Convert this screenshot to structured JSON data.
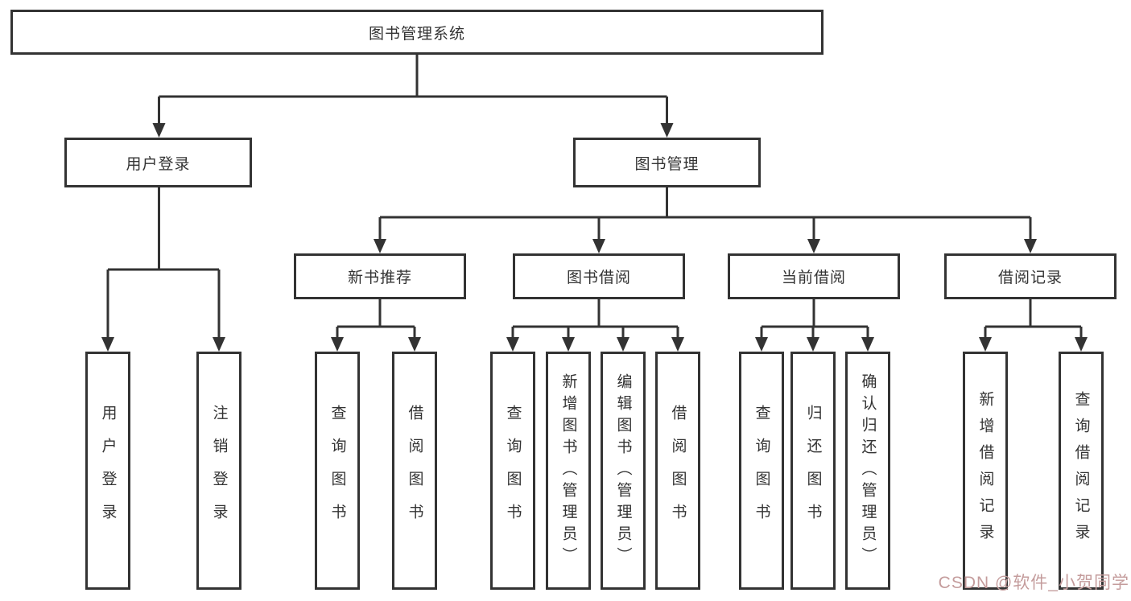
{
  "diagram_title": "图书管理系统",
  "tree": {
    "root": {
      "label": "图书管理系统"
    },
    "branches": [
      {
        "label": "用户登录",
        "children": [
          "用户登录",
          "注销登录"
        ]
      },
      {
        "label": "图书管理",
        "groups": [
          {
            "label": "新书推荐",
            "children": [
              "查询图书",
              "借阅图书"
            ]
          },
          {
            "label": "图书借阅",
            "children": [
              "查询图书",
              "新增图书（管理员）",
              "编辑图书（管理员）",
              "借阅图书"
            ]
          },
          {
            "label": "当前借阅",
            "children": [
              "查询图书",
              "归还图书",
              "确认归还（管理员）"
            ]
          },
          {
            "label": "借阅记录",
            "children": [
              "新增借阅记录",
              "查询借阅记录"
            ]
          }
        ]
      }
    ]
  },
  "watermark": {
    "text": "CSDN @软件_小贺同学",
    "color": "#c49c9c"
  },
  "style": {
    "line_color": "#333333",
    "box_border_color": "#333333",
    "text_color": "#333333",
    "background": "#ffffff"
  }
}
